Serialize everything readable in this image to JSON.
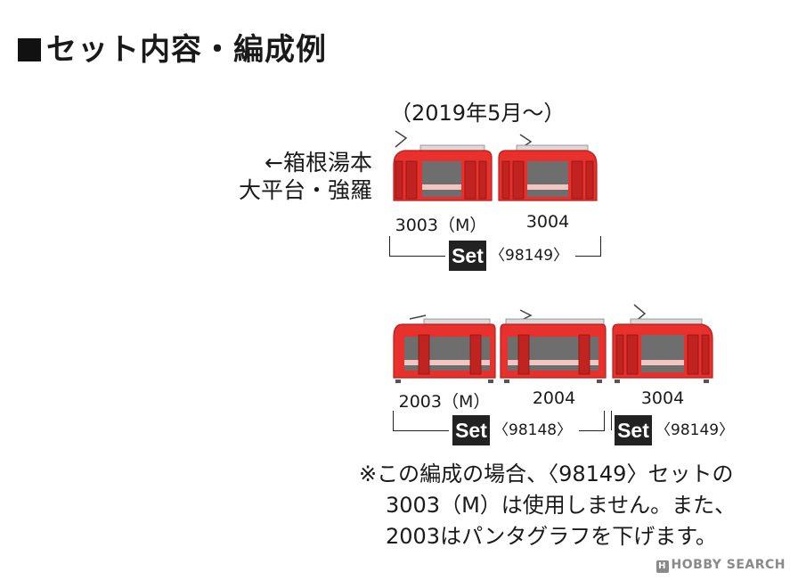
{
  "heading": "セット内容・編成例",
  "period": "（2019年5月～）",
  "destination": {
    "line1": "←箱根湯本",
    "line2": "大平台・強羅"
  },
  "formation1": {
    "cars": [
      {
        "number": "3003（M）"
      },
      {
        "number": "3004"
      }
    ],
    "set": {
      "badge": "Set",
      "code": "〈98149〉"
    }
  },
  "formation2": {
    "cars": [
      {
        "number": "2003（M）"
      },
      {
        "number": "2004"
      },
      {
        "number": "3004"
      }
    ],
    "sets": [
      {
        "badge": "Set",
        "code": "〈98148〉"
      },
      {
        "badge": "Set",
        "code": "〈98149〉"
      }
    ]
  },
  "note": {
    "line1": "※この編成の場合、〈98149〉セットの",
    "line2": "3003（M）は使用しません。また、",
    "line3": "2003はパンタグラフを下げます。"
  },
  "watermark": {
    "logo": "H",
    "text": "HOBBY SEARCH"
  },
  "colors": {
    "car_body": "#e8302c",
    "car_dark": "#b81d1c",
    "roof": "#d9d9d9",
    "window": "#6e6e6e",
    "stripe": "#f2c6c0"
  }
}
